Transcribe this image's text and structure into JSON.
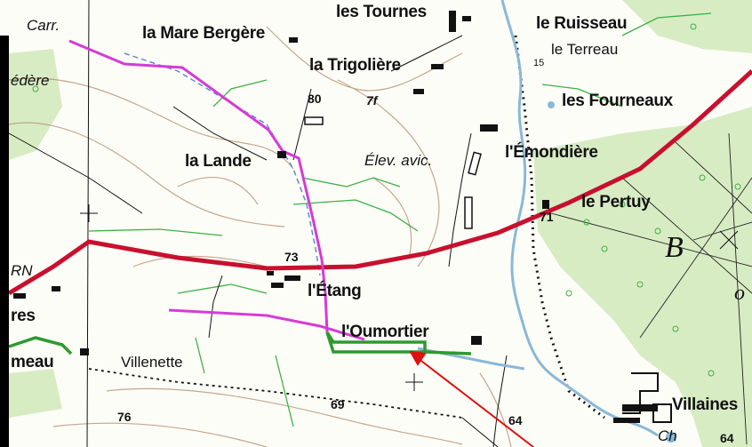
{
  "map": {
    "labels": {
      "carr": "Carr.",
      "edere": "édère",
      "mare_bergere": "la Mare Bergère",
      "tournes": "les Tournes",
      "ruisseau": "le Ruisseau",
      "terreau": "le Terreau",
      "trigoliere": "la Trigolière",
      "fourneaux": "les Fourneaux",
      "lande": "la Lande",
      "elev_avic": "Élev. avic.",
      "emondiere": "l'Émondière",
      "pertuy": "le Pertuy",
      "bois_b": "B",
      "bois_o": "o",
      "rn": "RN",
      "etang": "l'Étang",
      "res": "res",
      "oumortier": "l'Oumortier",
      "meau": "meau",
      "villenette": "Villenette",
      "villaines": "Villaines",
      "ch": "Ch",
      "elev_80": "80",
      "elev_71": "71",
      "elev_73": "73",
      "elev_69": "69",
      "elev_76": "76",
      "elev_64": "64",
      "elev_64b": "64",
      "elev_7f": "7f",
      "elev_15": "15"
    },
    "colors": {
      "road": "#c8102e",
      "route": "#d63bd6",
      "stream": "#8ab8d8",
      "forest": "#d8ecc4",
      "contour": "#b08a6a",
      "track": "#2e9a2e",
      "arrow": "#e01010"
    }
  }
}
